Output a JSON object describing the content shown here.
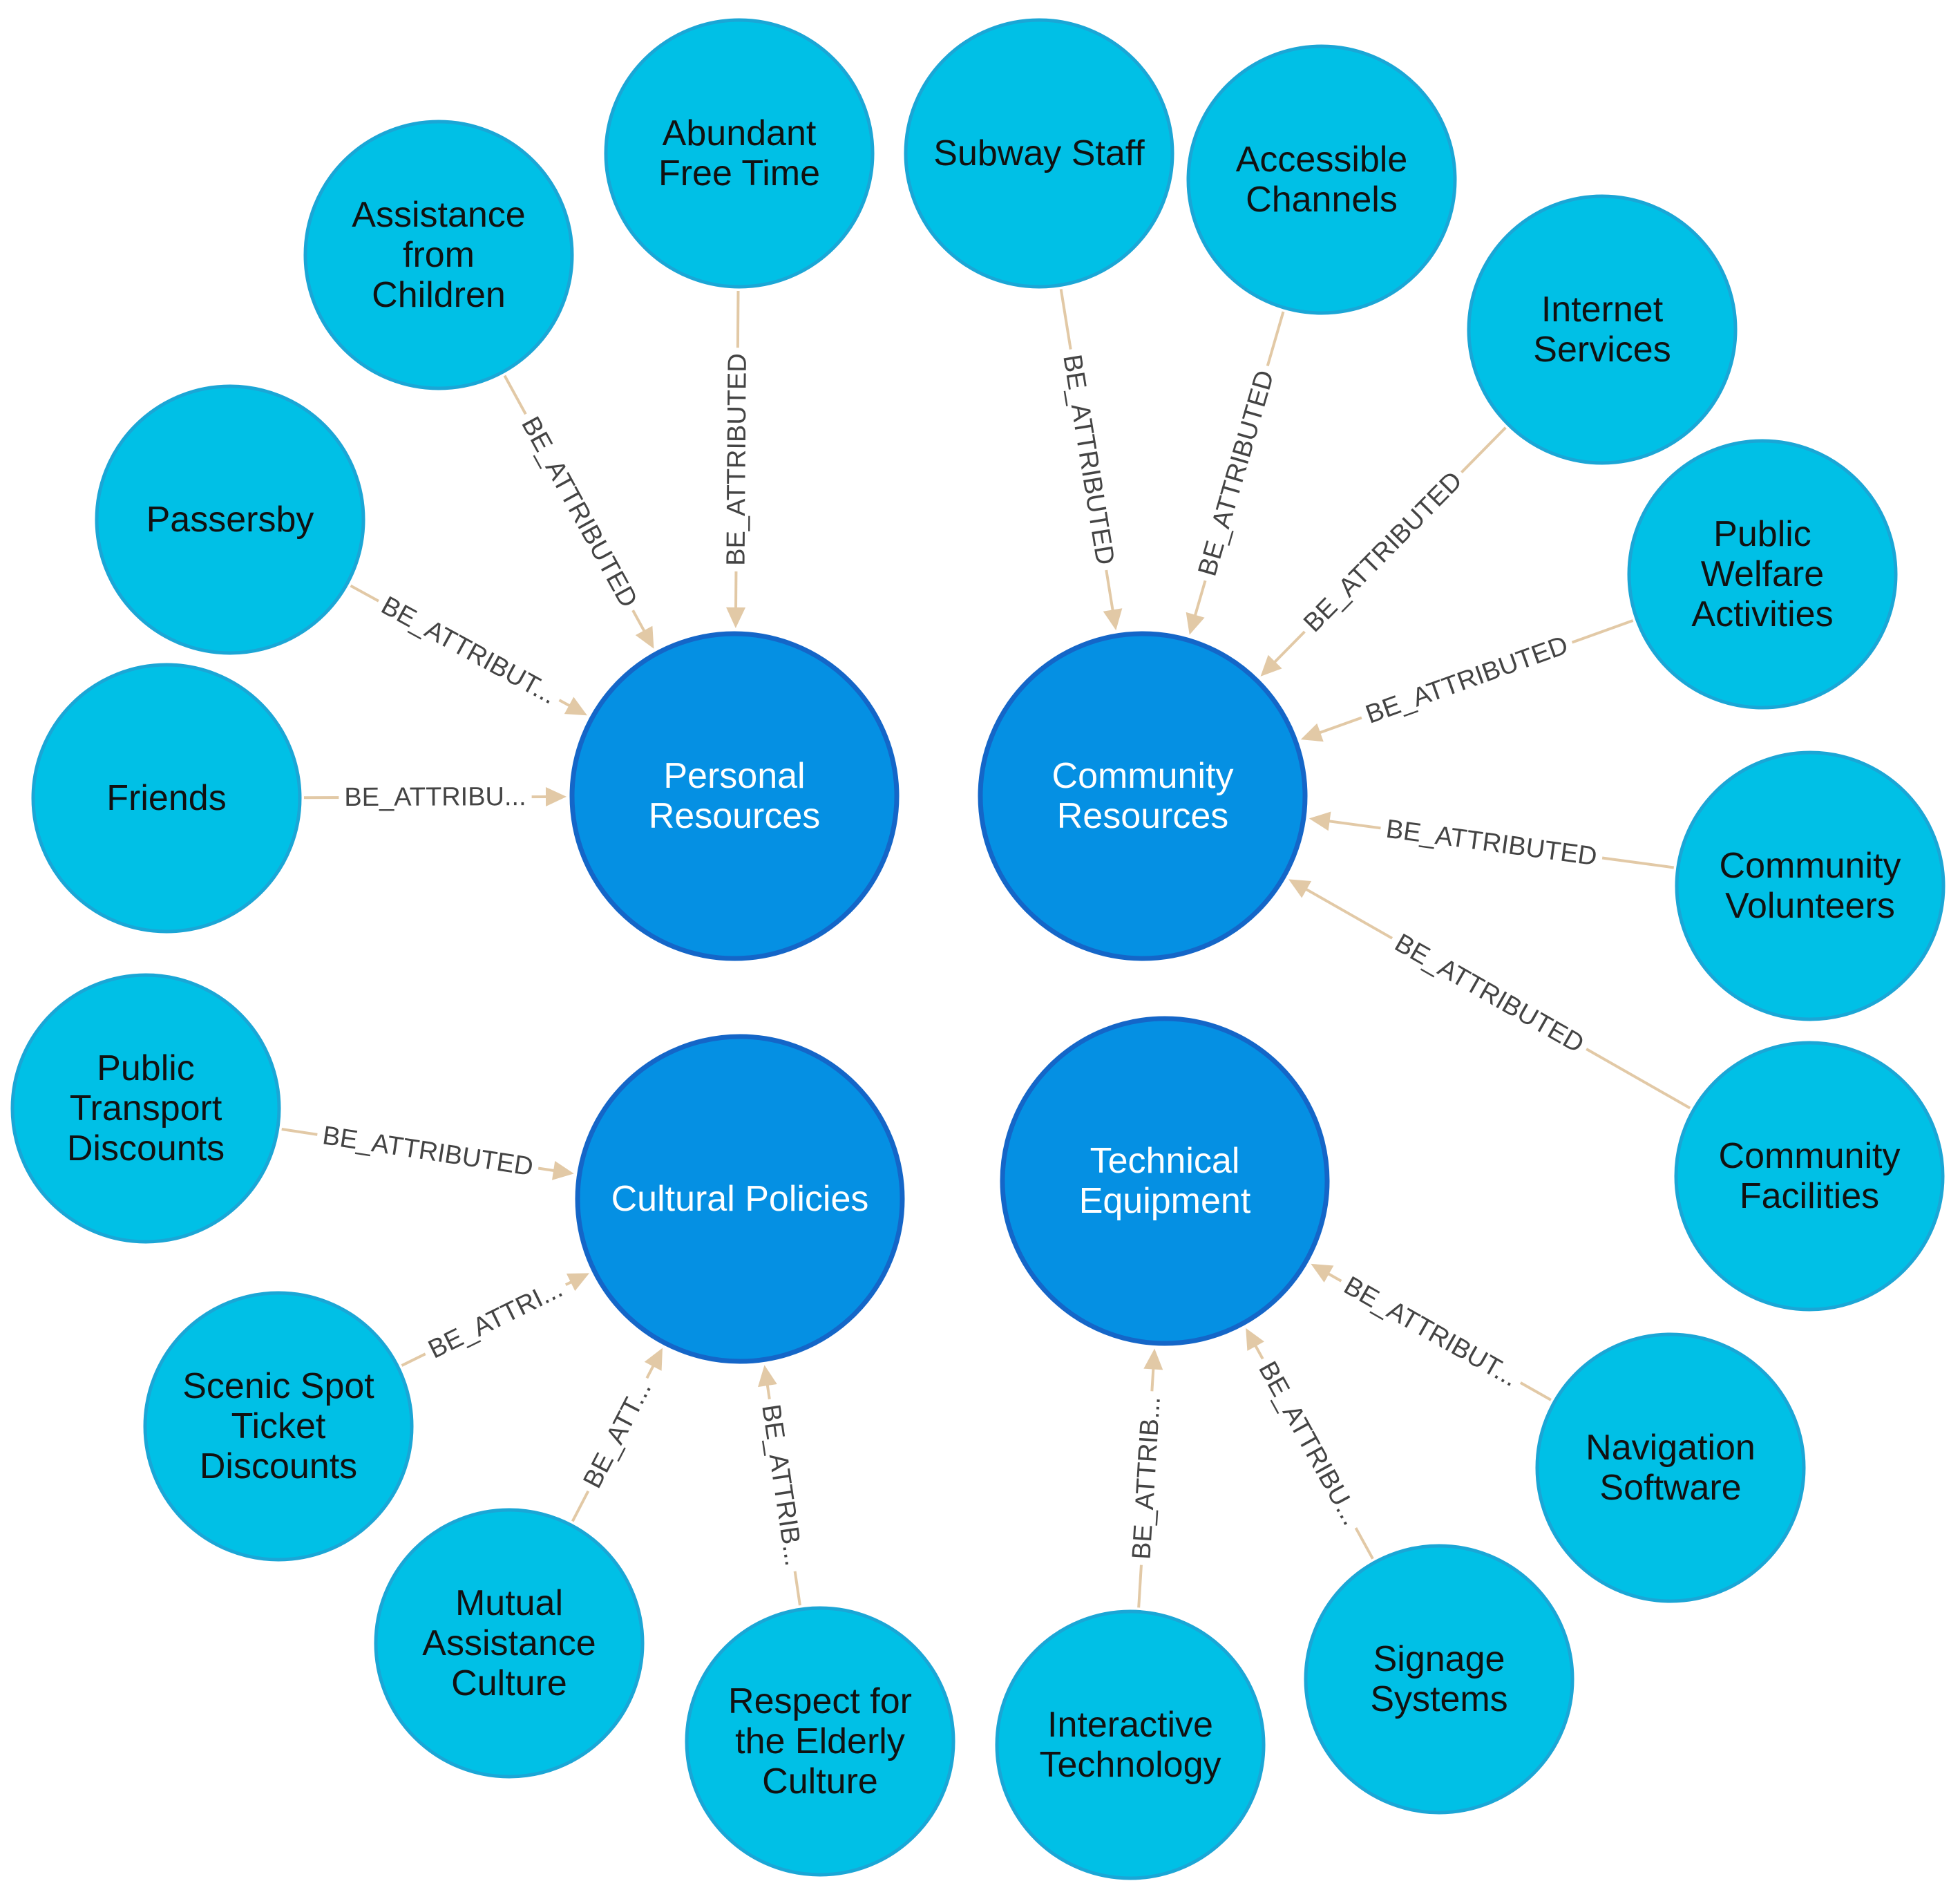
{
  "colors": {
    "leaf_fill": "#00c0e6",
    "hub_fill": "#0590e3",
    "edge": "#e2c9a6",
    "edge_text": "#444444"
  },
  "hubs": [
    {
      "id": "personal",
      "label": [
        "Personal",
        "Resources"
      ]
    },
    {
      "id": "community",
      "label": [
        "Community",
        "Resources"
      ]
    },
    {
      "id": "cultural",
      "label": [
        "Cultural Policies"
      ]
    },
    {
      "id": "technical",
      "label": [
        "Technical",
        "Equipment"
      ]
    }
  ],
  "leaves": [
    {
      "id": "abundant-free-time",
      "label": [
        "Abundant",
        "Free Time"
      ]
    },
    {
      "id": "assistance-from-children",
      "label": [
        "Assistance",
        "from",
        "Children"
      ]
    },
    {
      "id": "passersby",
      "label": [
        "Passersby"
      ]
    },
    {
      "id": "friends",
      "label": [
        "Friends"
      ]
    },
    {
      "id": "subway-staff",
      "label": [
        "Subway Staff"
      ]
    },
    {
      "id": "accessible-channels",
      "label": [
        "Accessible",
        "Channels"
      ]
    },
    {
      "id": "internet-services",
      "label": [
        "Internet",
        "Services"
      ]
    },
    {
      "id": "public-welfare-activities",
      "label": [
        "Public",
        "Welfare",
        "Activities"
      ]
    },
    {
      "id": "community-volunteers",
      "label": [
        "Community",
        "Volunteers"
      ]
    },
    {
      "id": "community-facilities",
      "label": [
        "Community",
        "Facilities"
      ]
    },
    {
      "id": "public-transport-discounts",
      "label": [
        "Public",
        "Transport",
        "Discounts"
      ]
    },
    {
      "id": "scenic-spot-ticket-discounts",
      "label": [
        "Scenic Spot",
        "Ticket",
        "Discounts"
      ]
    },
    {
      "id": "mutual-assistance-culture",
      "label": [
        "Mutual",
        "Assistance",
        "Culture"
      ]
    },
    {
      "id": "respect-for-the-elderly-culture",
      "label": [
        "Respect for",
        "the Elderly",
        "Culture"
      ]
    },
    {
      "id": "navigation-software",
      "label": [
        "Navigation",
        "Software"
      ]
    },
    {
      "id": "signage-systems",
      "label": [
        "Signage",
        "Systems"
      ]
    },
    {
      "id": "interactive-technology",
      "label": [
        "Interactive",
        "Technology"
      ]
    }
  ],
  "edges": [
    {
      "from": "assistance-from-children",
      "to": "personal",
      "label": "BE_ATTRIBUTED"
    },
    {
      "from": "abundant-free-time",
      "to": "personal",
      "label": "BE_ATTRIBUTED"
    },
    {
      "from": "passersby",
      "to": "personal",
      "label": "BE_ATTRIBUT..."
    },
    {
      "from": "friends",
      "to": "personal",
      "label": "BE_ATTRIBU..."
    },
    {
      "from": "subway-staff",
      "to": "community",
      "label": "BE_ATTRIBUTED"
    },
    {
      "from": "accessible-channels",
      "to": "community",
      "label": "BE_ATTRIBUTED"
    },
    {
      "from": "internet-services",
      "to": "community",
      "label": "BE_ATTRIBUTED"
    },
    {
      "from": "public-welfare-activities",
      "to": "community",
      "label": "BE_ATTRIBUTED"
    },
    {
      "from": "community-volunteers",
      "to": "community",
      "label": "BE_ATTRIBUTED"
    },
    {
      "from": "community-facilities",
      "to": "community",
      "label": "BE_ATTRIBUTED"
    },
    {
      "from": "public-transport-discounts",
      "to": "cultural",
      "label": "BE_ATTRIBUTED"
    },
    {
      "from": "scenic-spot-ticket-discounts",
      "to": "cultural",
      "label": "BE_ATTRI..."
    },
    {
      "from": "mutual-assistance-culture",
      "to": "cultural",
      "label": "BE_ATT..."
    },
    {
      "from": "respect-for-the-elderly-culture",
      "to": "cultural",
      "label": "BE_ATTRIB..."
    },
    {
      "from": "navigation-software",
      "to": "technical",
      "label": "BE_ATTRIBUT..."
    },
    {
      "from": "signage-systems",
      "to": "technical",
      "label": "BE_ATTRIBU..."
    },
    {
      "from": "interactive-technology",
      "to": "technical",
      "label": "BE_ATTRIB..."
    }
  ]
}
